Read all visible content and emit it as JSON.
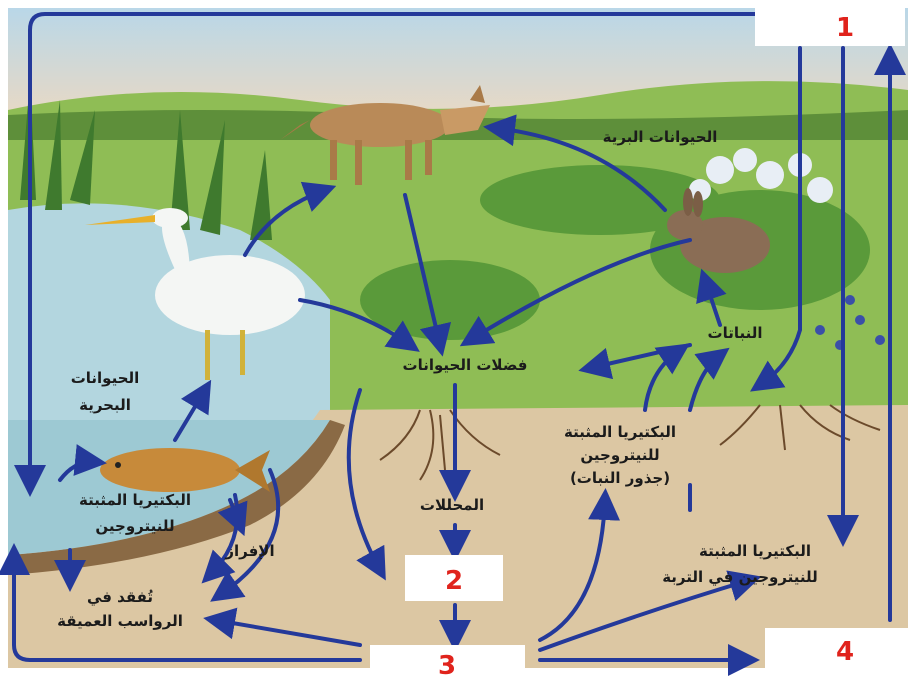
{
  "numbers": {
    "n1": "1",
    "n2": "2",
    "n3": "3",
    "n4": "4"
  },
  "labels": {
    "wild_animals": "الحيوانات البرية",
    "plants": "النباتات",
    "animal_waste": "فضلات الحيوانات",
    "marine_animals_1": "الحيوانات",
    "marine_animals_2": "البحرية",
    "fixing_bacteria_water_1": "البكتيريا المثبتة",
    "fixing_bacteria_water_2": "للنيتروجين",
    "excretion": "الإفراز",
    "loss_1": "تُفقد في",
    "loss_2": "الرواسب العميقة",
    "decomposers": "المحللات",
    "root_bacteria_1": "البكتيريا المثبتة",
    "root_bacteria_2": "للنيتروجين",
    "root_bacteria_3": "(جذور النبات)",
    "soil_bacteria_1": "البكتيريا المثبتة",
    "soil_bacteria_2": "للنيتروجين في التربة"
  },
  "colors": {
    "arrow": "#24399a",
    "number": "#e0231c",
    "sky": "#cfe3ee",
    "grass": "#7fb04a",
    "water": "#a9cfd9",
    "soil": "#dcc7a3"
  }
}
